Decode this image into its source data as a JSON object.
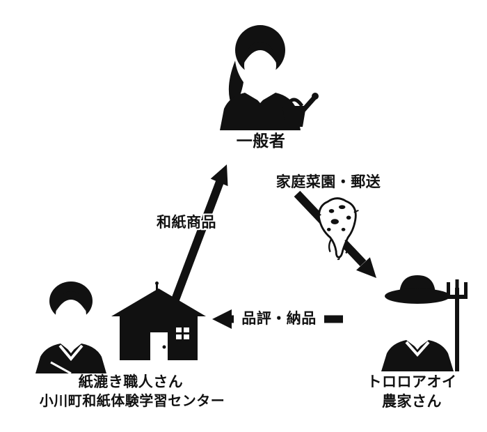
{
  "page": {
    "background": "#ffffff",
    "ink": "#111111"
  },
  "nodes": {
    "consumer": {
      "label": "一般者",
      "icon": "woman-watering-can-icon"
    },
    "center": {
      "icon": "house-icon"
    },
    "craftsman": {
      "label_line1": "紙漉き職人さん",
      "label_line2": "小川町和紙体験学習センター",
      "icon": "person-kimono-icon"
    },
    "farmer": {
      "label_line1": "トロロアオイ",
      "label_line2": "農家さん",
      "icon": "farmer-straw-hat-icon"
    }
  },
  "edges": {
    "washi_products": {
      "label": "和紙商品",
      "from": "craftsman-center",
      "to": "consumer"
    },
    "home_garden_mail": {
      "label": "家庭菜園・郵送",
      "from": "consumer",
      "to": "farmer",
      "icon": "tororoaoi-root-icon"
    },
    "evaluation_delivery": {
      "label": "品評・納品",
      "from": "farmer",
      "to": "craftsman-center"
    }
  }
}
